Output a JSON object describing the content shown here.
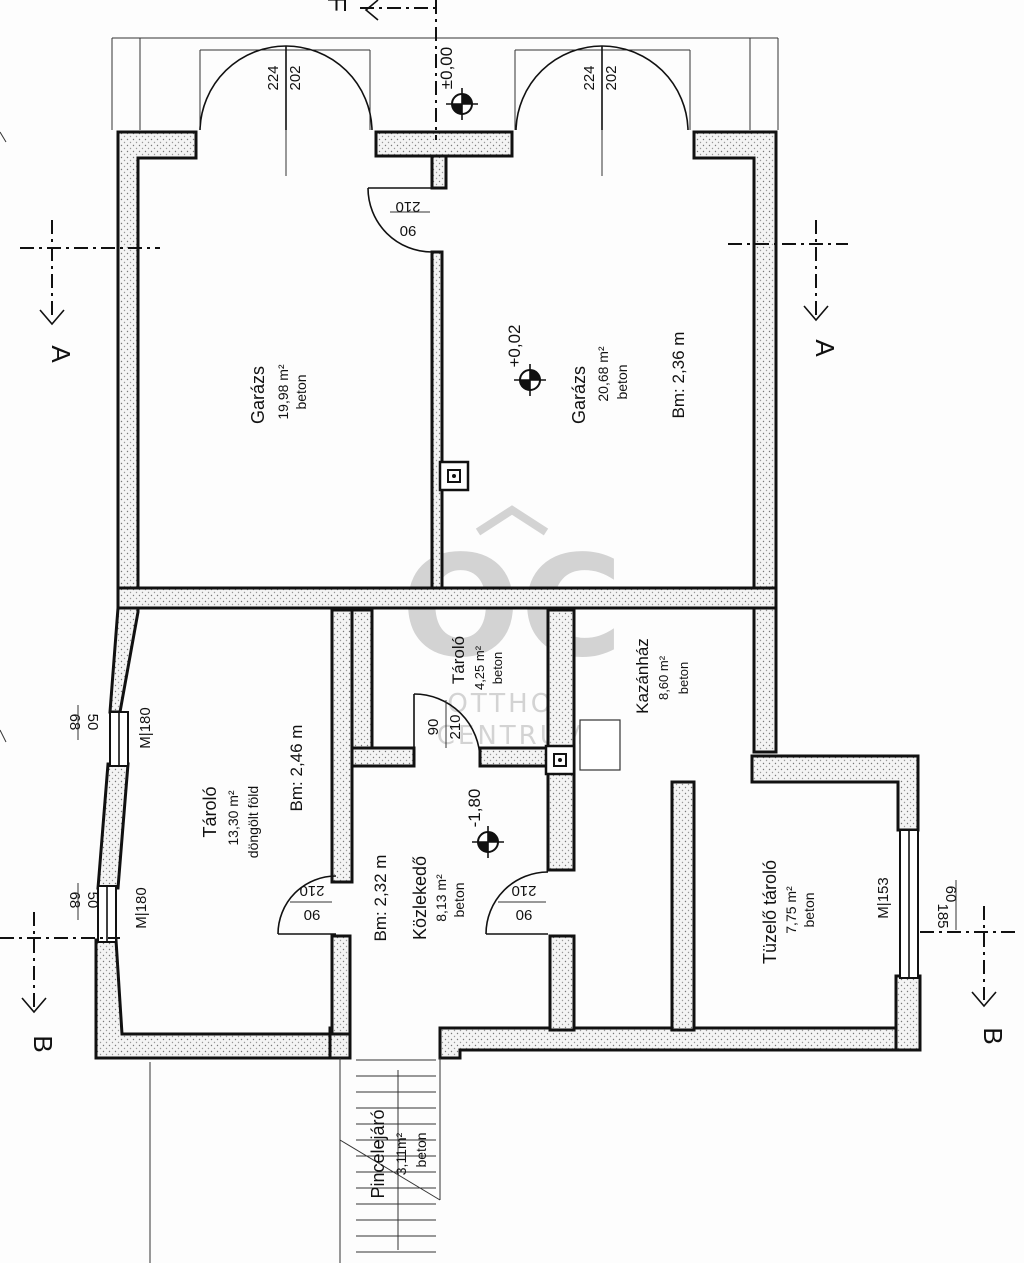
{
  "rooms": {
    "garage_left": {
      "name": "Garázs",
      "area": "19,98 m²",
      "floor": "beton"
    },
    "garage_right": {
      "name": "Garázs",
      "area": "20,68 m²",
      "floor": "beton",
      "height": "Bm: 2,36 m",
      "level": "+0,02"
    },
    "storage_left": {
      "name": "Tároló",
      "area": "13,30 m²",
      "floor": "döngölt föld",
      "height": "Bm: 2,46 m"
    },
    "storage_small": {
      "name": "Tároló",
      "area": "4,25 m²",
      "floor": "beton"
    },
    "boiler": {
      "name": "Kazánház",
      "area": "8,60 m²",
      "floor": "beton"
    },
    "corridor": {
      "name": "Közlekedő",
      "area": "8,13 m²",
      "floor": "beton",
      "height": "Bm: 2,32 m",
      "level": "-1,80"
    },
    "fuel_storage": {
      "name": "Tüzelő tároló",
      "area": "7,75 m²",
      "floor": "beton"
    },
    "cellar_entry": {
      "name": "Pincelejáró",
      "area": "3,11m²",
      "floor": "beton"
    }
  },
  "levels": {
    "entrance": "±0,00"
  },
  "doors": {
    "garage_door_left": {
      "w": "224",
      "h": "202"
    },
    "garage_door_right": {
      "w": "224",
      "h": "202"
    },
    "garage_inner": {
      "w": "90",
      "h": "210"
    },
    "storage_small_door": {
      "w": "90",
      "h": "210"
    },
    "storage_left_door": {
      "w": "90",
      "h": "210"
    },
    "corridor_door": {
      "w": "90",
      "h": "210"
    }
  },
  "windows": {
    "left_upper": {
      "top": "50",
      "bottom": "68",
      "side": "M|180"
    },
    "left_lower": {
      "top": "50",
      "bottom": "68",
      "side": "M|180"
    },
    "right": {
      "a": "60",
      "b": "185",
      "side": "M|153"
    }
  },
  "sections": {
    "a": "A",
    "b": "B",
    "f": "F"
  },
  "watermark": {
    "logo": "OC",
    "line1": "OTTHON",
    "line2": "CENTRUM"
  }
}
